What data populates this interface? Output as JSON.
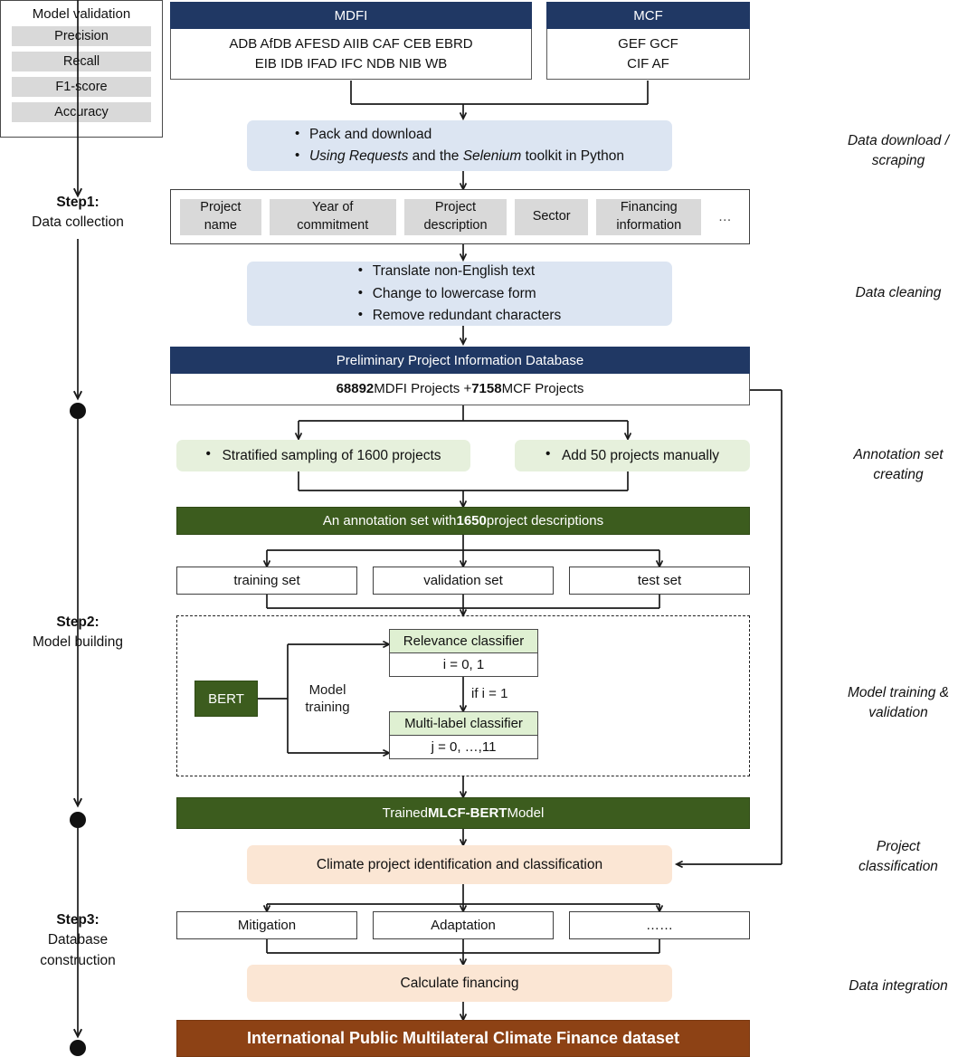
{
  "diagram": {
    "title": "International Public Multilateral Climate Finance dataset construction workflow",
    "colors": {
      "dark_blue": "#203864",
      "light_blue": "#dce5f2",
      "dark_green": "#3c5c1e",
      "light_green": "#e6f0dc",
      "classifier_green": "#dff0d2",
      "peach": "#fbe6d4",
      "brown": "#8d4215",
      "chip_gray": "#d9d9d9"
    }
  },
  "sources": {
    "mdfi": {
      "header": "MDFI",
      "line1": "ADB AfDB AFESD AIIB CAF CEB EBRD",
      "line2": "EIB IDB IFAD IFC NDB NIB WB"
    },
    "mcf": {
      "header": "MCF",
      "line1": "GEF GCF",
      "line2": "CIF AF"
    }
  },
  "download": {
    "bullet1": "Pack and download",
    "bullet2_pre": "Using Requests",
    "bullet2_mid": " and the ",
    "bullet2_em": "Selenium",
    "bullet2_post": " toolkit in Python"
  },
  "fields": {
    "items": [
      "Project\nname",
      "Year of\ncommitment",
      "Project\ndescription",
      "Sector",
      "Financing\ninformation"
    ],
    "ellipsis": "…"
  },
  "cleaning": {
    "bullets": [
      "Translate non-English text",
      "Change to lowercase form",
      "Remove redundant characters"
    ]
  },
  "database": {
    "header": "Preliminary Project Information Database",
    "count_mdfi": "68892",
    "label_mdfi": " MDFI Projects + ",
    "count_mcf": "7158",
    "label_mcf": " MCF Projects"
  },
  "annotation": {
    "left": "Stratified sampling of 1600 projects",
    "right": "Add 50 projects manually",
    "set_pre": "An annotation set with ",
    "set_num": "1650",
    "set_post": " project descriptions"
  },
  "splits": {
    "items": [
      "training set",
      "validation set",
      "test set"
    ]
  },
  "model": {
    "bert": "BERT",
    "training_line1": "Model",
    "training_line2": "training",
    "relevance_head": "Relevance classifier",
    "relevance_body": "i = 0, 1",
    "condition": "if i = 1",
    "multilabel_head": "Multi-label classifier",
    "multilabel_body": "j = 0, …,11",
    "validation_title": "Model validation",
    "metrics": [
      "Precision",
      "Recall",
      "F1-score",
      "Accuracy"
    ]
  },
  "trained": {
    "pre": "Trained ",
    "name": "MLCF-BERT",
    "post": " Model"
  },
  "classification": {
    "label": "Climate project identification and classification",
    "categories": [
      "Mitigation",
      "Adaptation",
      "……"
    ],
    "calculate": "Calculate financing",
    "dataset": "International Public Multilateral Climate Finance dataset"
  },
  "steps": [
    {
      "title": "Step1:",
      "subtitle": "Data collection"
    },
    {
      "title": "Step2:",
      "subtitle": "Model building"
    },
    {
      "title": "Step3:",
      "subtitle": "Database\nconstruction"
    }
  ],
  "stage_labels": [
    "Data download /\nscraping",
    "Data cleaning",
    "Annotation set\ncreating",
    "Model training &\nvalidation",
    "Project\nclassification",
    "Data integration"
  ]
}
